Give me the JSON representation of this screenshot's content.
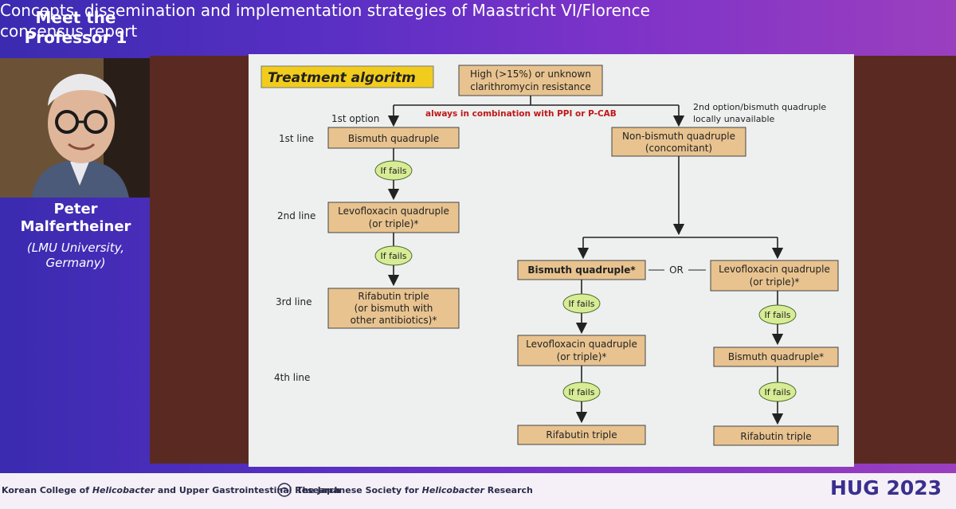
{
  "sidebar": {
    "meet_title_line1": "Meet the",
    "meet_title_line2": "Professor 1",
    "speaker_name_line1": "Peter",
    "speaker_name_line2": "Malfertheiner",
    "speaker_affil_line1": "(LMU University,",
    "speaker_affil_line2": "Germany)"
  },
  "header": {
    "title_line1": "Concepts, dissemination and implementation strategies of Maastricht VI/Florence",
    "title_line2": "consensus report"
  },
  "diagram": {
    "title": "Treatment algoritm",
    "root_line1": "High (>15%) or unknown",
    "root_line2": "clarithromycin resistance",
    "combination_note": "always in combination with PPI or P-CAB",
    "option1_label": "1st option",
    "option2_line1": "2nd option/bismuth quadruple",
    "option2_line2": "locally unavailable",
    "rows": {
      "first": "1st line",
      "second": "2nd line",
      "third": "3rd line",
      "fourth": "4th line"
    },
    "left_col": {
      "n1": "Bismuth quadruple",
      "n2_line1": "Levofloxacin quadruple",
      "n2_line2": "(or triple)*",
      "n3_line1": "Rifabutin triple",
      "n3_line2": "(or bismuth with",
      "n3_line3": "other antibiotics)*"
    },
    "right_col": {
      "top_line1": "Non-bismuth quadruple",
      "top_line2": "(concomitant)",
      "branch_a1": "Bismuth quadruple*",
      "branch_a2_line1": "Levofloxacin quadruple",
      "branch_a2_line2": "(or triple)*",
      "branch_a3": "Rifabutin triple",
      "or_label": "OR",
      "branch_b1_line1": "Levofloxacin quadruple",
      "branch_b1_line2": "(or triple)*",
      "branch_b2": "Bismuth quadruple*",
      "branch_b3": "Rifabutin triple"
    },
    "if_fails": "If fails",
    "colors": {
      "node_fill": "#e8c38f",
      "decision_fill": "#d7ec95",
      "title_fill": "#f2cc1c",
      "note_color": "#c01818"
    }
  },
  "footer": {
    "left_prefix": "Korean College of ",
    "left_italic": "Helicobacter",
    "left_suffix": " and Upper Gastrointestinal Research",
    "mid_prefix": "The Japanese Society for ",
    "mid_italic": "Helicobacter",
    "mid_suffix": " Research",
    "badge": "HUG 2023"
  }
}
